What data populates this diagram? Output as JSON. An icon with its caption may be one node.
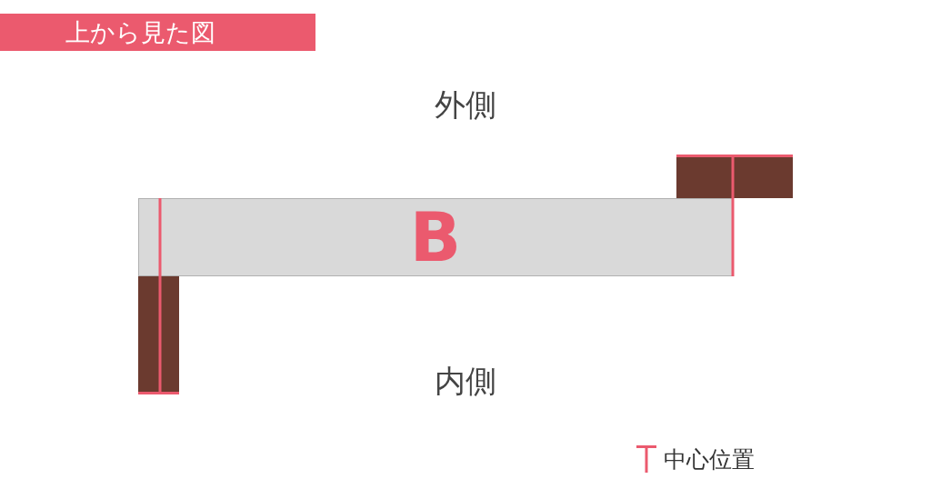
{
  "diagram": {
    "title": "上から見た図",
    "nodes": [
      {
        "text": [
          "B"
        ]
      }
    ],
    "labels": [
      "外側",
      "内側"
    ],
    "legend": [
      {
        "text": "中心位置"
      }
    ]
  }
}
